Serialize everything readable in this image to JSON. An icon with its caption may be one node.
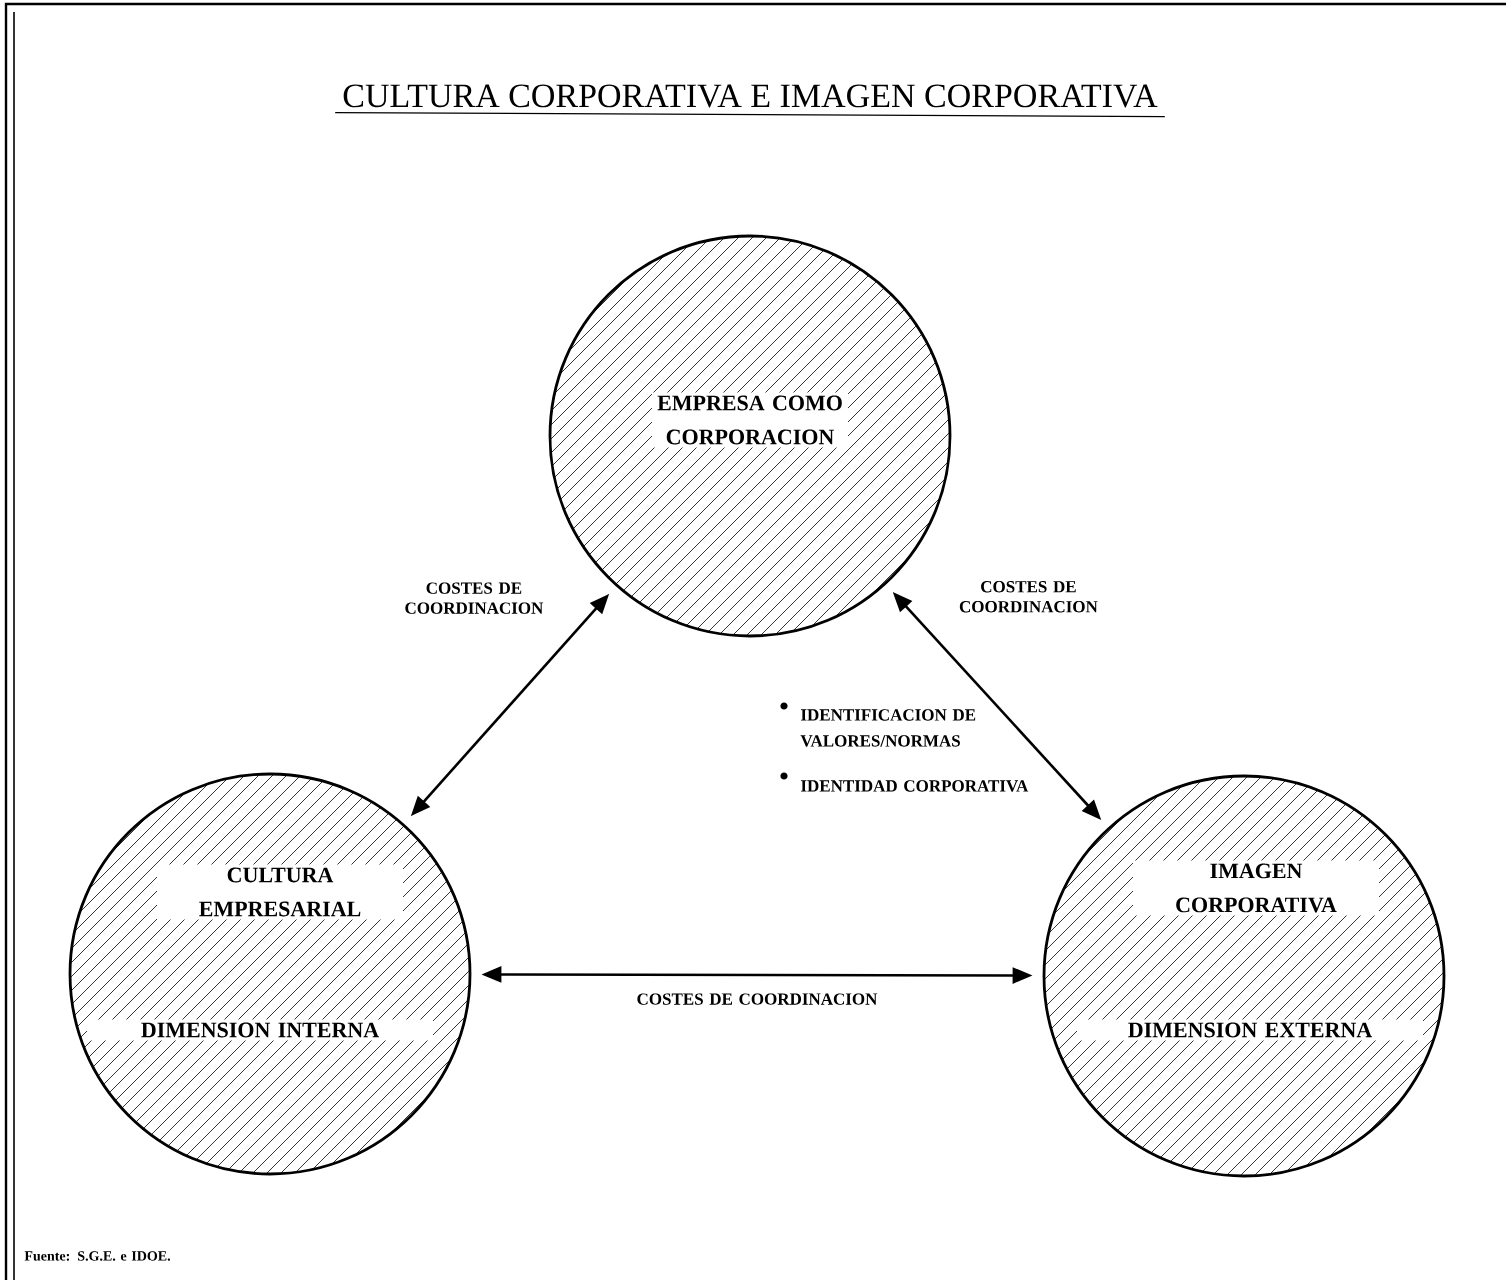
{
  "diagram": {
    "title": "CULTURA CORPORATIVA E IMAGEN CORPORATIVA",
    "nodes": [
      {
        "text": [
          "EMPRESA COMO CORPORACION"
        ]
      },
      {
        "text": [
          "CULTURA EMPRESARIAL",
          "DIMENSION INTERNA"
        ]
      },
      {
        "text": [
          "IMAGEN CORPORATIVA",
          "DIMENSION EXTERNA"
        ]
      }
    ],
    "edges": [
      {
        "from": 0,
        "to": 1,
        "arrow": "both",
        "label": "COSTES DE COORDINACION"
      },
      {
        "from": 0,
        "to": 2,
        "arrow": "both",
        "label": "COSTES DE COORDINACION"
      },
      {
        "from": 1,
        "to": 2,
        "arrow": "both",
        "label": "COSTES DE COORDINACION"
      }
    ],
    "labels": [
      "IDENTIFICACION DE VALORES/NORMAS",
      "IDENTIDAD CORPORATIVA",
      "Fuente: S.G.E. e IDOE."
    ]
  }
}
